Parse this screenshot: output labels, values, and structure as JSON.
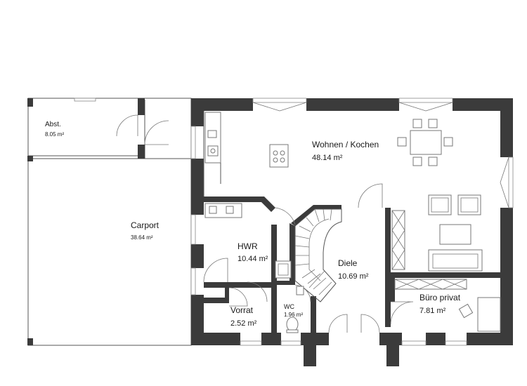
{
  "rooms": {
    "abst": {
      "name": "Abst.",
      "area": "8.05 m²"
    },
    "carport": {
      "name": "Carport",
      "area": "38.64 m²"
    },
    "wohnen": {
      "name": "Wohnen / Kochen",
      "area": "48.14 m²"
    },
    "hwr": {
      "name": "HWR",
      "area": "10.44 m²"
    },
    "diele": {
      "name": "Diele",
      "area": "10.69 m²"
    },
    "vorrat": {
      "name": "Vorrat",
      "area": "2.52 m²"
    },
    "wc": {
      "name": "WC",
      "area": "1.96 m²"
    },
    "buero": {
      "name": "Büro privat",
      "area": "7.81 m²"
    }
  }
}
